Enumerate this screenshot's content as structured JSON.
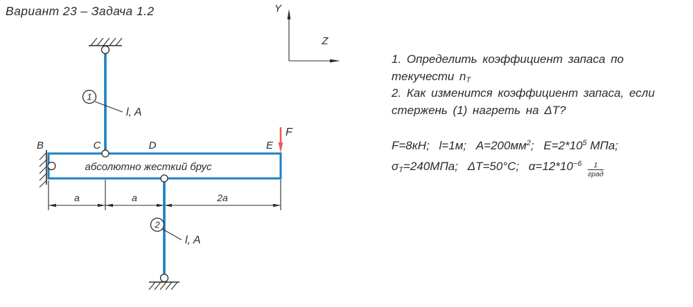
{
  "title": "Вариант 23 –  Задача 1.2",
  "axes": {
    "y": "Y",
    "z": "Z"
  },
  "diagram": {
    "beam_label": "абсолютно жесткий брус",
    "points": {
      "b": "B",
      "c": "C",
      "d": "D",
      "e": "E"
    },
    "rod1": {
      "num": "1",
      "label": "l, A"
    },
    "rod2": {
      "num": "2",
      "label": "l, A"
    },
    "force": {
      "label": "F"
    },
    "dims": {
      "seg1": "a",
      "seg2": "a",
      "seg3": "2a"
    }
  },
  "tasks": {
    "t1_line1": "1. Определить коэффициент запаса по",
    "t1_line2_main": "текучести n",
    "t1_line2_sub": "Т",
    "t2_line1": "2. Как изменится коэффициент запаса, если",
    "t2_line2": "стержень (1) нагреть на ΔT?"
  },
  "given": {
    "f": "F=8кН;",
    "l": "l=1м;",
    "a_pre": "A=200мм",
    "a_sup": "2",
    "a_post": ";",
    "e_pre": "E=2*10",
    "e_sup": "5",
    "e_post": " МПа;",
    "sigma_pre": "σ",
    "sigma_sub": "Т",
    "sigma_post": "=240МПа;",
    "dt": "ΔT=50°C;",
    "alpha_pre": "α=12*10",
    "alpha_sup": "−6",
    "frac_num": "1",
    "frac_den": "град"
  },
  "colors": {
    "member": "#1d7fc4",
    "force": "#ef5858"
  }
}
